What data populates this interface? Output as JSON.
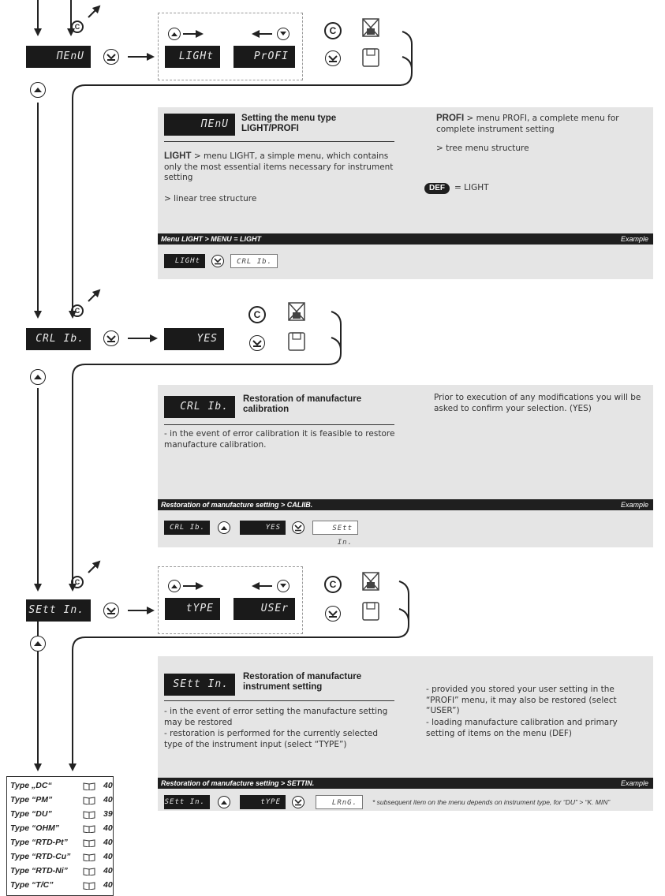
{
  "menu": {
    "displays": {
      "menu": "ΠΕnU",
      "light": "LIGHt",
      "profi": "PrOFI",
      "calib": "CRL Ib.",
      "yes": "YES",
      "settin": "SEtt In.",
      "type": "tYPE",
      "user": "USEr",
      "lang": "LRnG."
    }
  },
  "panel_menu": {
    "title": "Setting the menu type LIGHT/PROFI",
    "light_label": "LIGHT",
    "light_text": " >  menu LIGHT, a simple menu, which contains only the most essential items necessary for instrument setting",
    "light_sub": "> linear tree structure",
    "profi_label": "PROFI",
    "profi_text": " > menu PROFI, a complete menu for complete instrument setting",
    "profi_sub": "> tree menu structure",
    "def_badge": "DEF",
    "def_value": "= LIGHT",
    "bar_left": "Menu LIGHT > MENU = LIGHT",
    "bar_right": "Example"
  },
  "panel_calib": {
    "title": "Restoration of manufacture calibration",
    "text1": "- in the event of error calibration it is feasible to restore manufacture calibration.",
    "text2": "Prior to execution of any modifications you will be asked to confirm your selection. (YES)",
    "bar_left": "Restoration of manufacture setting  > CALIIB.",
    "bar_right": "Example"
  },
  "panel_settin": {
    "title": "Restoration of manufacture instrument setting",
    "left1": "- in the event of error setting the manufacture setting may be restored",
    "left2": "- restoration is performed for the currently selected type of the instrument input (select “TYPE”)",
    "right1": "- provided you stored your user setting  in the “PROFI” menu, it may also be restored (select “USER”)",
    "right2": "- loading manufacture calibration and primary setting of items on the menu (DEF)",
    "bar_left": "Restoration of manufacture setting  > SETTIN.",
    "bar_right": "Example",
    "note": "* subsequent item on the menu depends on instrument type, for “DU” > “K. MIN”"
  },
  "types": [
    {
      "name": "Type „DC“",
      "page": "40"
    },
    {
      "name": "Type “PM”",
      "page": "40"
    },
    {
      "name": "Type “DU”",
      "page": "39"
    },
    {
      "name": "Type “OHM”",
      "page": "40"
    },
    {
      "name": "Type “RTD-Pt”",
      "page": "40"
    },
    {
      "name": "Type “RTD-Cu”",
      "page": "40"
    },
    {
      "name": "Type “RTD-Ni”",
      "page": "40"
    },
    {
      "name": "Type “T/C”",
      "page": "40"
    }
  ],
  "c_symbol": "C"
}
